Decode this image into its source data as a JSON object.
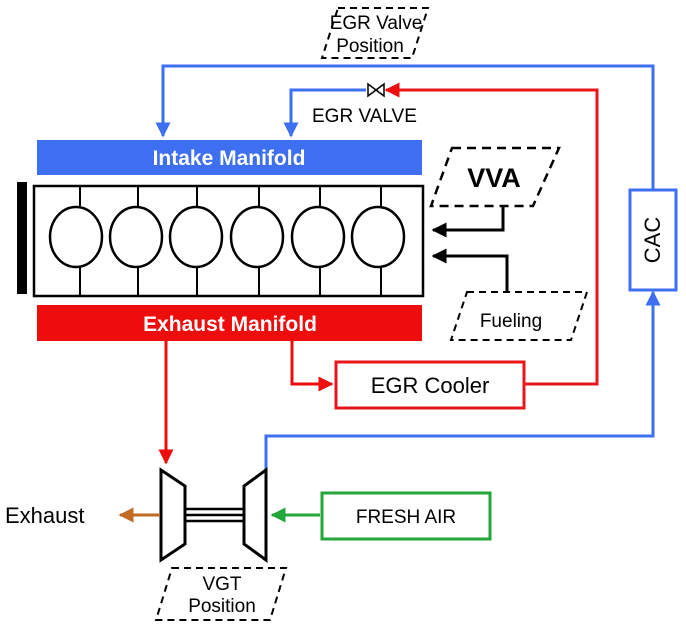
{
  "diagram": {
    "labels": {
      "egr_valve_position": [
        "EGR Valve",
        "Position"
      ],
      "egr_valve": "EGR VALVE",
      "intake_manifold": "Intake Manifold",
      "exhaust_manifold": "Exhaust Manifold",
      "vva": "VVA",
      "fueling": "Fueling",
      "cac": "CAC",
      "egr_cooler": "EGR Cooler",
      "exhaust": "Exhaust",
      "fresh_air": "FRESH AIR",
      "vgt_position": [
        "VGT",
        "Position"
      ]
    },
    "engine": {
      "cylinder_count": 6
    },
    "colors": {
      "intake": "#3d6ff0",
      "exhaust": "#ee0d0d",
      "egr_line": "#e8161b",
      "fresh_air": "#22a83a",
      "exhaust_out": "#c06a22",
      "outline": "#000000"
    }
  }
}
